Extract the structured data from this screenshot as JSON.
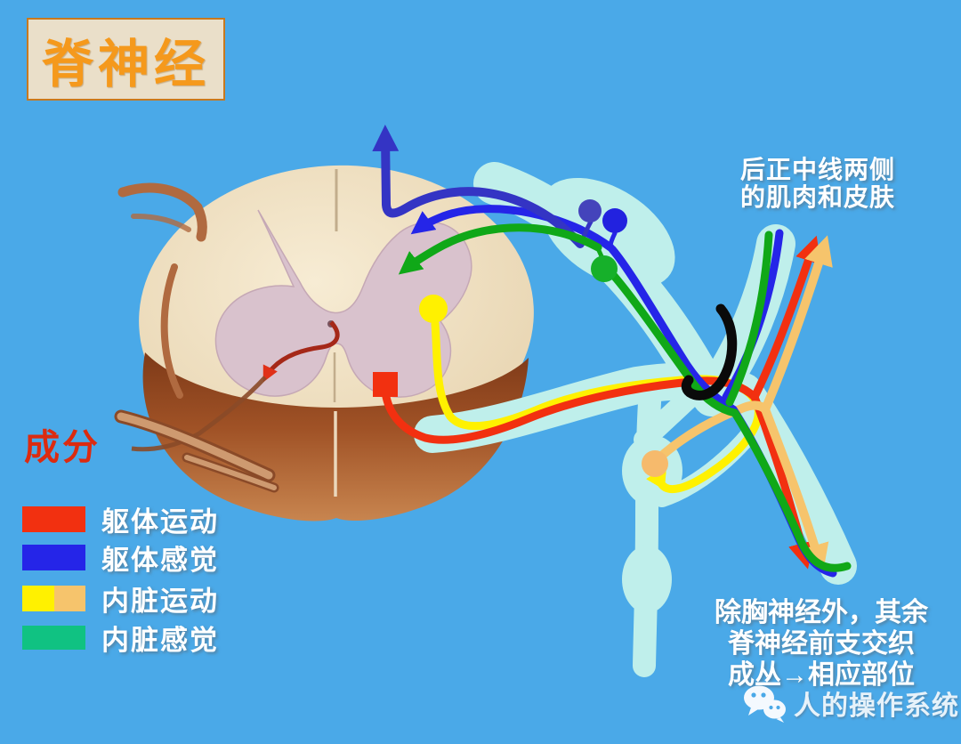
{
  "title": {
    "text": "脊神经",
    "color": "#F5991C",
    "box_bg": "#EADFC9",
    "box_border": "#C8791E"
  },
  "annotations": {
    "top_right": {
      "line1": "后正中线两侧",
      "line2": "的肌肉和皮肤"
    },
    "bottom_right": {
      "line1": "除胸神经外，其余",
      "line2": "脊神经前支交织",
      "line3": "成丛→相应部位"
    }
  },
  "legend": {
    "heading": "成分",
    "heading_color": "#DC2B10",
    "items": [
      {
        "label": "躯体运动",
        "color": "#F23010"
      },
      {
        "label": "躯体感觉",
        "color": "#2525E8"
      },
      {
        "label": "内脏运动",
        "color": "#FFF100",
        "color2": "#F6C46C"
      },
      {
        "label": "内脏感觉",
        "color": "#10C282"
      }
    ]
  },
  "watermark": {
    "icon": "wechat-icon",
    "text": "人的操作系统"
  },
  "colors": {
    "background": "#4AA9E8",
    "sheath": "#BFEFEB",
    "cord_white_matter_center": "#F7ECD4",
    "cord_white_matter_edge": "#E6D2AD",
    "cord_gray_matter": "#D9C2CD",
    "cord_gray_edge": "#C5A8B5",
    "cord_brown_dark": "#7E3A18",
    "cord_brown_mid": "#A05226",
    "cord_brown_light": "#C8854F",
    "rootlet_brown": "#B06A40",
    "rootlet_brown_dark": "#8A4A28",
    "rootlet_brown_light": "#CE9A70",
    "reflex_arrow_red": "#A52818",
    "somatic_motor_red": "#F23010",
    "somatic_sensory_blue": "#2525E8",
    "ascending_blue": "#3434C4",
    "visceral_motor_yellow": "#FFF100",
    "visceral_motor_orange": "#F6C46C",
    "visceral_sensory_green": "#10A818",
    "ganglion_blue_dark": "#4444BB",
    "ganglion_blue": "#2222DF",
    "ganglion_green": "#16B02A",
    "ganglion_orange": "#F6BA6C",
    "hook_black": "#0A0A0A",
    "sulcus_line": "#C2AD8C",
    "fissure_line": "#EBD8BC",
    "central_canal": "#7A5560"
  }
}
